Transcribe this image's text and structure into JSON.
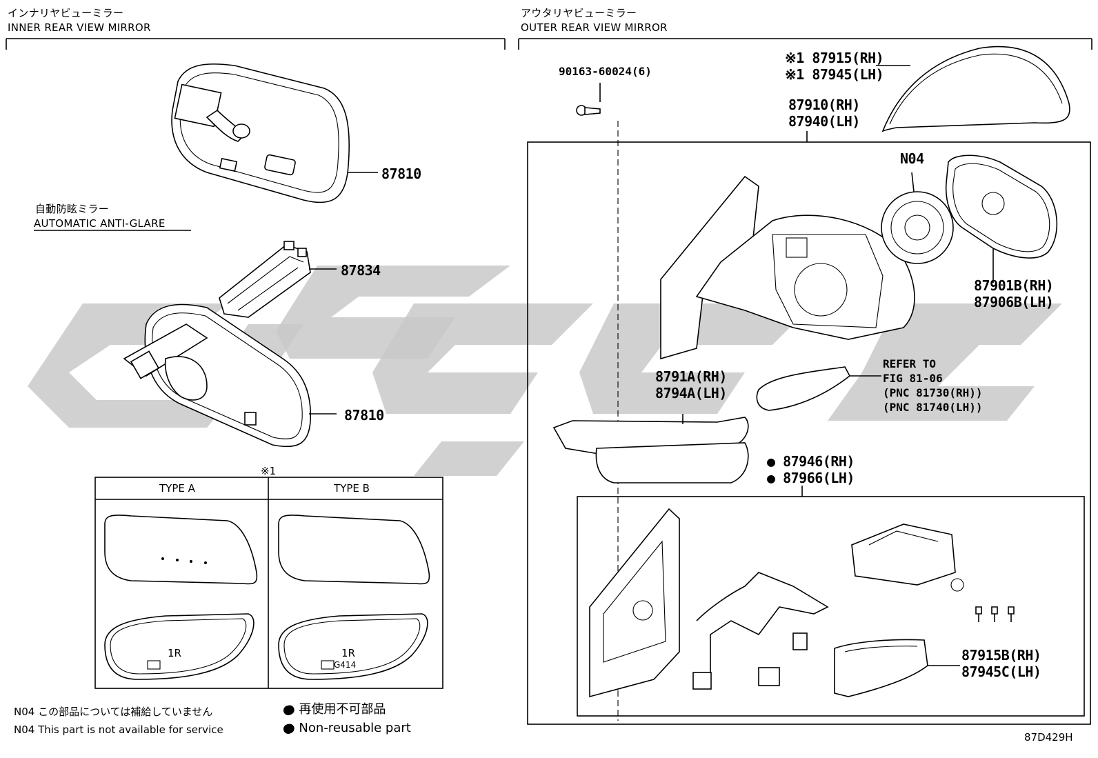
{
  "inner": {
    "title_jp": "インナリヤビューミラー",
    "title_en": "INNER REAR VIEW MIRROR",
    "anti_glare_jp": "自動防眩ミラー",
    "anti_glare_en": "AUTOMATIC ANTI-GLARE",
    "parts": {
      "mirror_top": "87810",
      "bracket": "87834",
      "mirror_bottom": "87810"
    }
  },
  "outer": {
    "title_jp": "アウタリヤビューミラー",
    "title_en": "OUTER REAR VIEW MIRROR",
    "screw": "90163-60024(6)",
    "cover_rh": "※1 87915(RH)",
    "cover_lh": "※1 87945(LH)",
    "assy_rh": "87910(RH)",
    "assy_lh": "87940(LH)",
    "n04": "N04",
    "glass_rh": "87901B(RH)",
    "glass_lh": "87906B(LH)",
    "refer_1": "REFER TO",
    "refer_2": "FIG 81-06",
    "refer_3": "(PNC 81730(RH))",
    "refer_4": "(PNC 81740(LH))",
    "garnish_rh": "8791A(RH)",
    "garnish_lh": "8794A(LH)",
    "lower_rh": "● 87946(RH)",
    "lower_lh": "● 87966(LH)",
    "cover2_rh": "87915B(RH)",
    "cover2_lh": "87945C(LH)"
  },
  "types": {
    "mark": "※1",
    "type_a": "TYPE A",
    "type_b": "TYPE B",
    "mark_a": "1R",
    "mark_b_1": "1R",
    "mark_b_2": "G414"
  },
  "notes": {
    "n04_jp": "N04 この部品については補給していません",
    "n04_en": "N04 This part is not available for service",
    "legend_jp": "● 再使用不可部品",
    "legend_en": "● Non-reusable part"
  },
  "figure_id": "87D429H"
}
